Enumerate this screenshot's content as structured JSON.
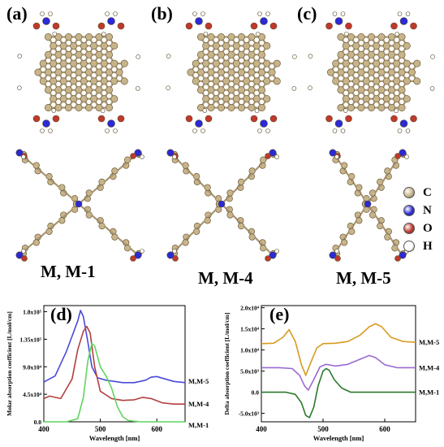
{
  "panels": {
    "a": {
      "label": "(a)",
      "caption": "M, M-1"
    },
    "b": {
      "label": "(b)",
      "caption": "M, M-4"
    },
    "c": {
      "label": "(c)",
      "caption": "M, M-5"
    },
    "d": {
      "label": "(d)"
    },
    "e": {
      "label": "(e)"
    }
  },
  "atom_legend": [
    {
      "symbol": "C",
      "color": "#c8b48a"
    },
    {
      "symbol": "N",
      "color": "#2a2ad6"
    },
    {
      "symbol": "O",
      "color": "#c0392b"
    },
    {
      "symbol": "H",
      "color": "#ffffff"
    }
  ],
  "chart_data": [
    {
      "type": "line",
      "ylabel": "Molar absorption coefficient [L/mol/cm]",
      "xlabel": "Wavelength [nm]",
      "xlim": [
        400,
        650
      ],
      "ylim": [
        0,
        190000
      ],
      "x_ticks": [
        "400",
        "500",
        "600"
      ],
      "y_ticks": [
        "0.0",
        "4.5x10⁴",
        "9.0x10⁴",
        "1.35x10⁵",
        "1.8x10⁵"
      ],
      "series": [
        {
          "name": "M,M-5",
          "color": "#4a4ad8",
          "x": [
            400,
            420,
            440,
            450,
            460,
            465,
            470,
            478,
            485,
            495,
            510,
            540,
            560,
            580,
            590,
            600,
            615,
            630,
            650
          ],
          "y": [
            65000,
            75000,
            115000,
            140000,
            165000,
            182000,
            172000,
            130000,
            90000,
            72000,
            68000,
            64000,
            64000,
            68000,
            73000,
            74000,
            70000,
            66000,
            64000
          ]
        },
        {
          "name": "M,M-4",
          "color": "#b24040",
          "x": [
            400,
            410,
            430,
            450,
            460,
            470,
            476,
            482,
            490,
            500,
            520,
            540,
            560,
            575,
            590,
            610,
            630,
            650
          ],
          "y": [
            38000,
            42000,
            38000,
            70000,
            118000,
            148000,
            156000,
            145000,
            90000,
            50000,
            38000,
            35000,
            36000,
            40000,
            38000,
            31000,
            29000,
            29000
          ]
        },
        {
          "name": "M,M-1",
          "color": "#5fd45f",
          "x": [
            400,
            440,
            460,
            470,
            478,
            485,
            490,
            500,
            510,
            520,
            530,
            540,
            550,
            570,
            600,
            650
          ],
          "y": [
            0,
            0,
            5000,
            40000,
            100000,
            128000,
            124000,
            90000,
            75000,
            55000,
            25000,
            8000,
            2000,
            0,
            0,
            0
          ]
        }
      ]
    },
    {
      "type": "line",
      "ylabel": "Delta absorption coefficient [L/mol/cm]",
      "xlabel": "Wavelength [nm]",
      "xlim": [
        400,
        650
      ],
      "ylim": [
        -7000,
        20500
      ],
      "x_ticks": [
        "400",
        "500",
        "600"
      ],
      "y_ticks": [
        "-5.0x10³",
        "0.0",
        "5.0x10³",
        "1.0x10⁴",
        "1.5x10⁴",
        "2.0x10⁴"
      ],
      "series": [
        {
          "name": "M,M-5",
          "color": "#d89a20",
          "x": [
            400,
            420,
            435,
            445,
            455,
            465,
            472,
            480,
            490,
            500,
            520,
            540,
            560,
            575,
            585,
            595,
            610,
            630,
            650
          ],
          "y": [
            11500,
            11600,
            13000,
            14800,
            12000,
            6500,
            4000,
            7000,
            10500,
            11500,
            11600,
            12000,
            13500,
            15500,
            16200,
            15500,
            13000,
            12000,
            11800
          ]
        },
        {
          "name": "M,M-4",
          "color": "#9a6ad0",
          "x": [
            400,
            430,
            450,
            462,
            470,
            476,
            485,
            495,
            505,
            520,
            540,
            560,
            575,
            585,
            600,
            620,
            650
          ],
          "y": [
            5800,
            5800,
            5600,
            4000,
            1500,
            500,
            3000,
            6000,
            6600,
            6200,
            6600,
            7800,
            8700,
            8200,
            6500,
            5800,
            5800
          ]
        },
        {
          "name": "M,M-1",
          "color": "#2b7a2b",
          "x": [
            400,
            440,
            455,
            465,
            472,
            478,
            485,
            492,
            500,
            505,
            510,
            518,
            530,
            545,
            560,
            650
          ],
          "y": [
            0,
            0,
            -500,
            -2500,
            -5500,
            -6000,
            -3500,
            1500,
            5000,
            5600,
            5200,
            3000,
            1000,
            0,
            0,
            0
          ]
        }
      ]
    }
  ]
}
